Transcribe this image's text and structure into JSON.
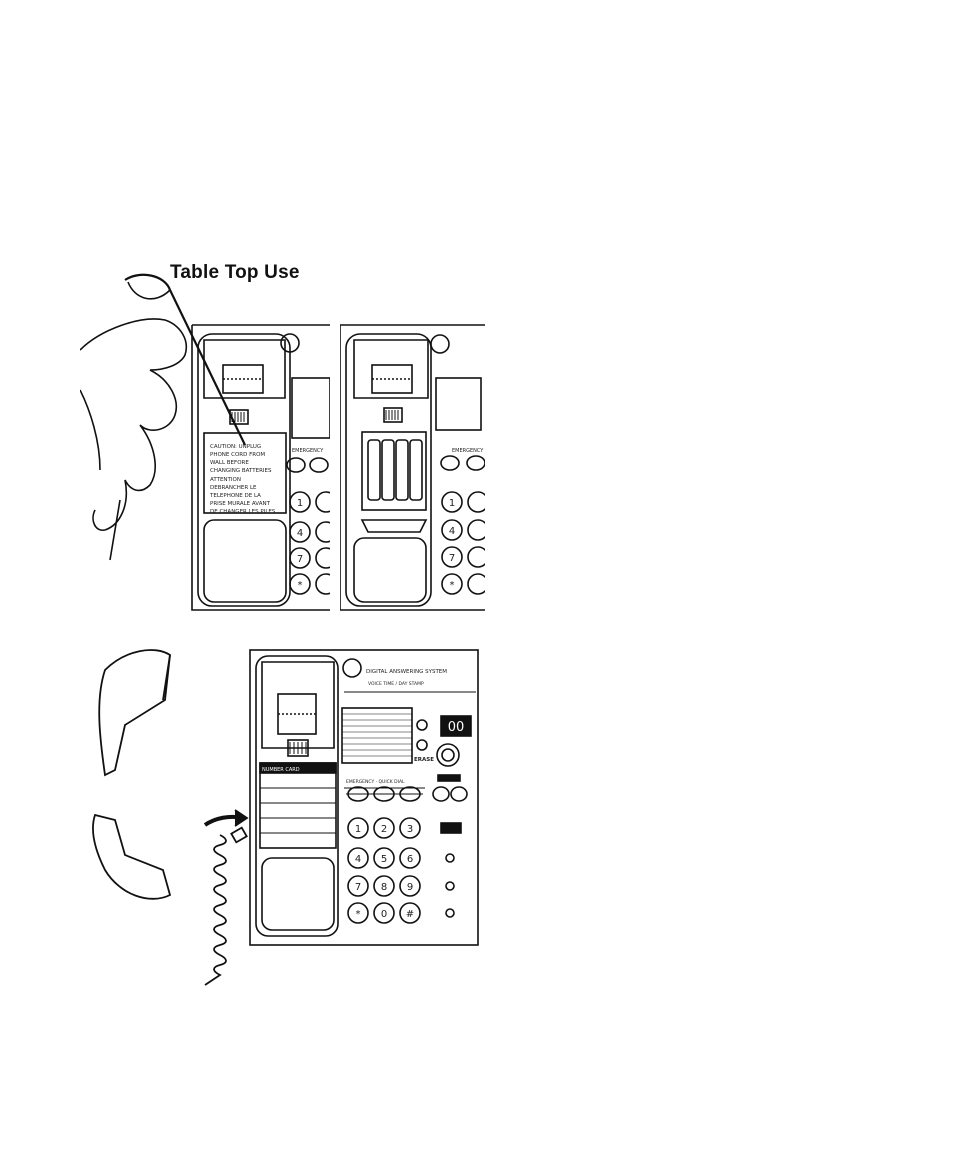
{
  "heading": "Table Top Use",
  "caution_label": {
    "lines": [
      "CAUTION: UNPLUG",
      "PHONE CORD FROM",
      "WALL BEFORE",
      "CHANGING BATTERIES",
      "ATTENTION",
      "DEBRANCHER LE",
      "TELEPHONE DE LA",
      "PRISE MURALE AVANT",
      "DE CHANGER LES PILES"
    ]
  },
  "base_unit": {
    "brand_logo": "ge-logo-icon",
    "model_title": "DIGITAL ANSWERING SYSTEM",
    "model_subtitle": "VOICE TIME / DAY STAMP",
    "erase_label": "ERASE",
    "counter_display": "00",
    "memory_strip": "EMERGENCY · QUICK DIAL",
    "number_card_header": "NUMBER CARD",
    "keypad": [
      "1",
      "2",
      "3",
      "4",
      "5",
      "6",
      "7",
      "8",
      "9",
      "*",
      "0",
      "#"
    ]
  },
  "top_left_phone": {
    "emergency_label": "EMERGENCY",
    "keypad_visible": [
      "1",
      "4",
      "7",
      "*"
    ]
  },
  "top_right_phone": {
    "emergency_label": "EMERGENCY",
    "keypad_visible": [
      "1",
      "4",
      "7",
      "*"
    ]
  }
}
